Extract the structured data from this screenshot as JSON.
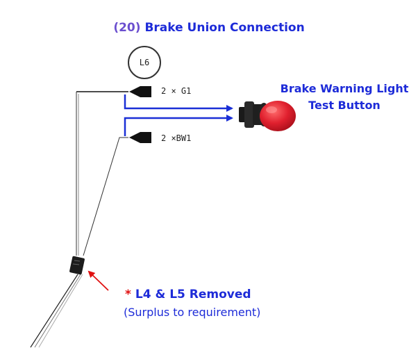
{
  "title": {
    "number": "(20)",
    "text": "Brake Union Connection"
  },
  "connector": {
    "label": "L6"
  },
  "terminals": [
    {
      "label": "2 × G1"
    },
    {
      "label": "2 ×BW1"
    }
  ],
  "component": {
    "line1": "Brake Warning Light",
    "line2": "Test Button"
  },
  "note": {
    "marker": "*",
    "title": "L4 & L5 Removed",
    "subtitle": "(Surplus to requirement)"
  },
  "colors": {
    "title_blue": "#1d2bd8",
    "arrow_blue": "#1a2fd6",
    "arrow_red": "#e01010",
    "button_red": "#d81a2a"
  }
}
